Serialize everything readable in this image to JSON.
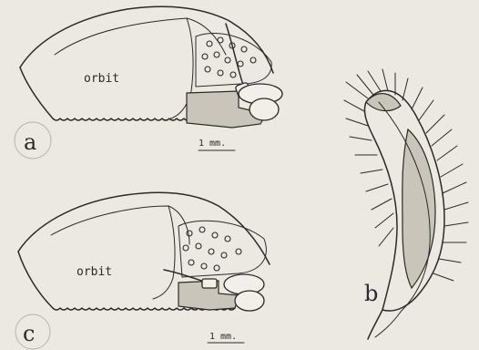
{
  "figure": {
    "panel_a": {
      "letter": "a",
      "region_label": "orbit",
      "scale_label": "1 mm."
    },
    "panel_b": {
      "letter": "b"
    },
    "panel_c": {
      "letter": "c",
      "region_label": "orbit",
      "scale_label": "1 mm."
    }
  },
  "colors": {
    "paper": "#ece9e2",
    "ink": "#2a2a2a",
    "stipple": "#c9c5bb"
  }
}
